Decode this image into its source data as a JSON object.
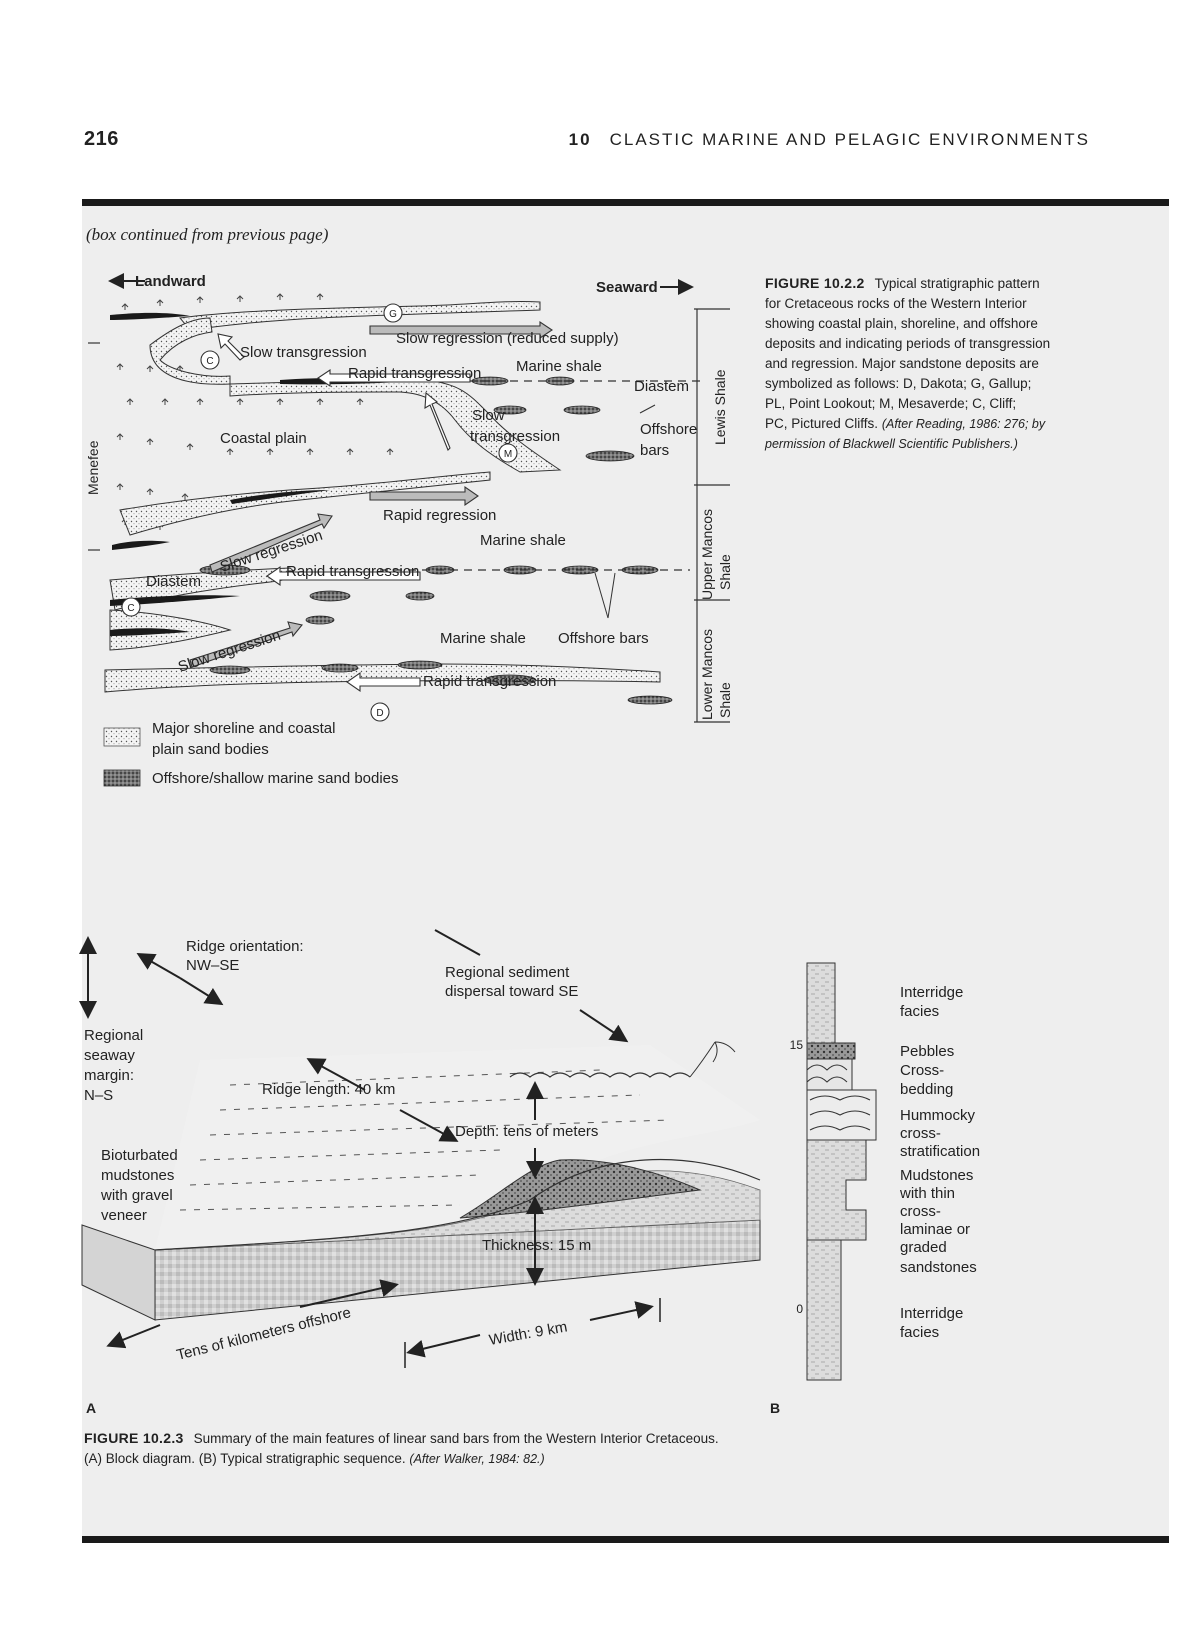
{
  "page_number": "216",
  "running_head": {
    "chapter": "10",
    "title": "CLASTIC MARINE AND PELAGIC ENVIRONMENTS"
  },
  "box_continued": "(box continued from previous page)",
  "fig1": {
    "landward": "Landward",
    "seaward": "Seaward",
    "slow_regression_reduced": "Slow regression (reduced supply)",
    "slow_transgression_top": "Slow transgression",
    "rapid_transgression_top": "Rapid transgression",
    "marine_shale_top": "Marine shale",
    "diastem_top": "Diastem",
    "slow": "Slow",
    "transgression": "transgression",
    "offshore": "Offshore",
    "bars": "bars",
    "coastal_plain": "Coastal plain",
    "rapid_regression": "Rapid regression",
    "marine_shale_mid": "Marine shale",
    "slow_regression_mid": "Slow regression",
    "rapid_transgression_mid": "Rapid transgression",
    "diastem_mid": "Diastem",
    "marine_shale_low": "Marine shale",
    "offshore_bars_low": "Offshore bars",
    "slow_regression_low": "Slow regression",
    "rapid_transgression_low": "Rapid transgression",
    "side_menefee": "Menefee",
    "side_lewis": "Lewis Shale",
    "side_upper_mancos_1": "Upper Mancos",
    "side_upper_mancos_2": "Shale",
    "side_lower_mancos_1": "Lower Mancos",
    "side_lower_mancos_2": "Shale",
    "labels": {
      "g": "G",
      "c1": "C",
      "c2": "C",
      "m": "M",
      "d": "D"
    },
    "legend_shoreline_1": "Major shoreline and coastal",
    "legend_shoreline_2": "plain sand bodies",
    "legend_offshore": "Offshore/shallow marine sand bodies",
    "caption_label": "FIGURE 10.2.2",
    "caption_lines": [
      "Typical stratigraphic pattern",
      "for Cretaceous rocks of the Western Interior",
      "showing coastal plain, shoreline, and offshore",
      "deposits and indicating periods of transgression",
      "and regression. Major sandstone deposits are",
      "symbolized as follows: D, Dakota; G, Gallup;",
      "PL, Point Lookout; M, Mesaverde; C, Cliff;"
    ],
    "caption_last": "PC, Pictured Cliffs.",
    "caption_source_1": "(After Reading, 1986: 276; by",
    "caption_source_2": "permission of Blackwell Scientific Publishers.)"
  },
  "fig2": {
    "ridge_orientation": "Ridge orientation:",
    "ridge_orientation_val": "NW–SE",
    "regional_sediment": "Regional sediment",
    "dispersal": "dispersal toward SE",
    "regional_1": "Regional",
    "regional_2": "seaway",
    "regional_3": "margin:",
    "regional_4": "N–S",
    "ridge_length": "Ridge length: 40 km",
    "depth": "Depth: tens of meters",
    "bio_1": "Bioturbated",
    "bio_2": "mudstones",
    "bio_3": "with gravel",
    "bio_4": "veneer",
    "thickness": "Thickness: 15 m",
    "tens_km": "Tens of kilometers offshore",
    "width": "Width: 9 km",
    "letter_a": "A",
    "letter_b": "B",
    "col_15": "15",
    "col_0": "0",
    "col_interridge_top_1": "Interridge",
    "col_interridge_top_2": "facies",
    "col_pebbles": "Pebbles",
    "col_cross_1": "Cross-",
    "col_cross_2": "bedding",
    "col_hummocky_1": "Hummocky",
    "col_hummocky_2": "cross-",
    "col_hummocky_3": "stratification",
    "col_mud_1": "Mudstones",
    "col_mud_2": "with thin",
    "col_mud_3": "cross-",
    "col_mud_4": "laminae or",
    "col_mud_5": "graded",
    "col_mud_6": "sandstones",
    "col_interridge_bot_1": "Interridge",
    "col_interridge_bot_2": "facies",
    "caption_label": "FIGURE 10.2.3",
    "caption_line1": "Summary of the main features of linear sand bars from the Western Interior Cretaceous.",
    "caption_line2": "(A) Block diagram. (B) Typical stratigraphic sequence.",
    "caption_source": "(After Walker, 1984: 82.)"
  }
}
